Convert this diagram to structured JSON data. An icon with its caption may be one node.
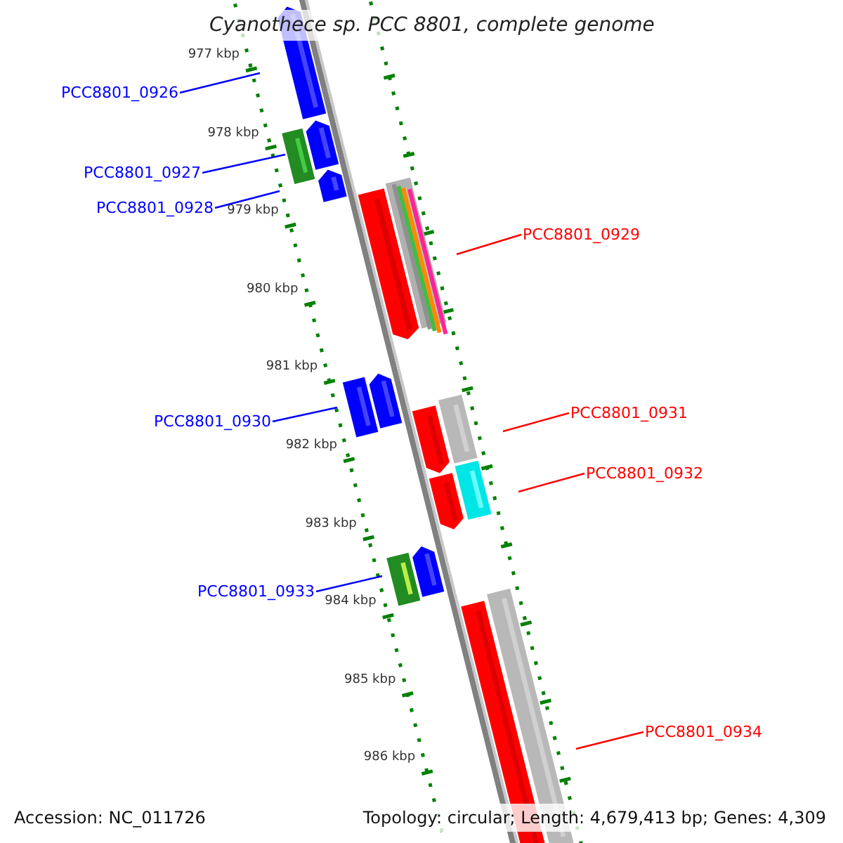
{
  "diagram": {
    "title": "Cyanothece sp. PCC 8801, complete genome",
    "nodes": [
      {
        "text": [
          "PCC8801_0926"
        ]
      },
      {
        "text": [
          "PCC8801_0927"
        ]
      },
      {
        "text": [
          "PCC8801_0928"
        ]
      },
      {
        "text": [
          "PCC8801_0929"
        ]
      },
      {
        "text": [
          "PCC8801_0930"
        ]
      },
      {
        "text": [
          "PCC8801_0931"
        ]
      },
      {
        "text": [
          "PCC8801_0932"
        ]
      },
      {
        "text": [
          "PCC8801_0933"
        ]
      },
      {
        "text": [
          "PCC8801_0934"
        ]
      }
    ],
    "edges": [
      {
        "from": 0,
        "to": null,
        "arrow": "none"
      },
      {
        "from": 1,
        "to": null,
        "arrow": "none"
      },
      {
        "from": 2,
        "to": null,
        "arrow": "none"
      },
      {
        "from": 3,
        "to": null,
        "arrow": "none",
        "color": "#ff0000"
      },
      {
        "from": 4,
        "to": null,
        "arrow": "none"
      },
      {
        "from": 5,
        "to": null,
        "arrow": "none",
        "color": "#ff0000"
      },
      {
        "from": 6,
        "to": null,
        "arrow": "none",
        "color": "#ff0000"
      },
      {
        "from": 7,
        "to": null,
        "arrow": "none"
      },
      {
        "from": 8,
        "to": null,
        "arrow": "none",
        "color": "#ff0000"
      }
    ],
    "labels": [
      "977 kbp",
      "978 kbp",
      "979 kbp",
      "980 kbp",
      "981 kbp",
      "982 kbp",
      "983 kbp",
      "984 kbp",
      "985 kbp",
      "986 kbp",
      "Accession: NC_011726",
      "Topology: circular; Length: 4,679,413 bp; Genes: 4,309"
    ]
  }
}
